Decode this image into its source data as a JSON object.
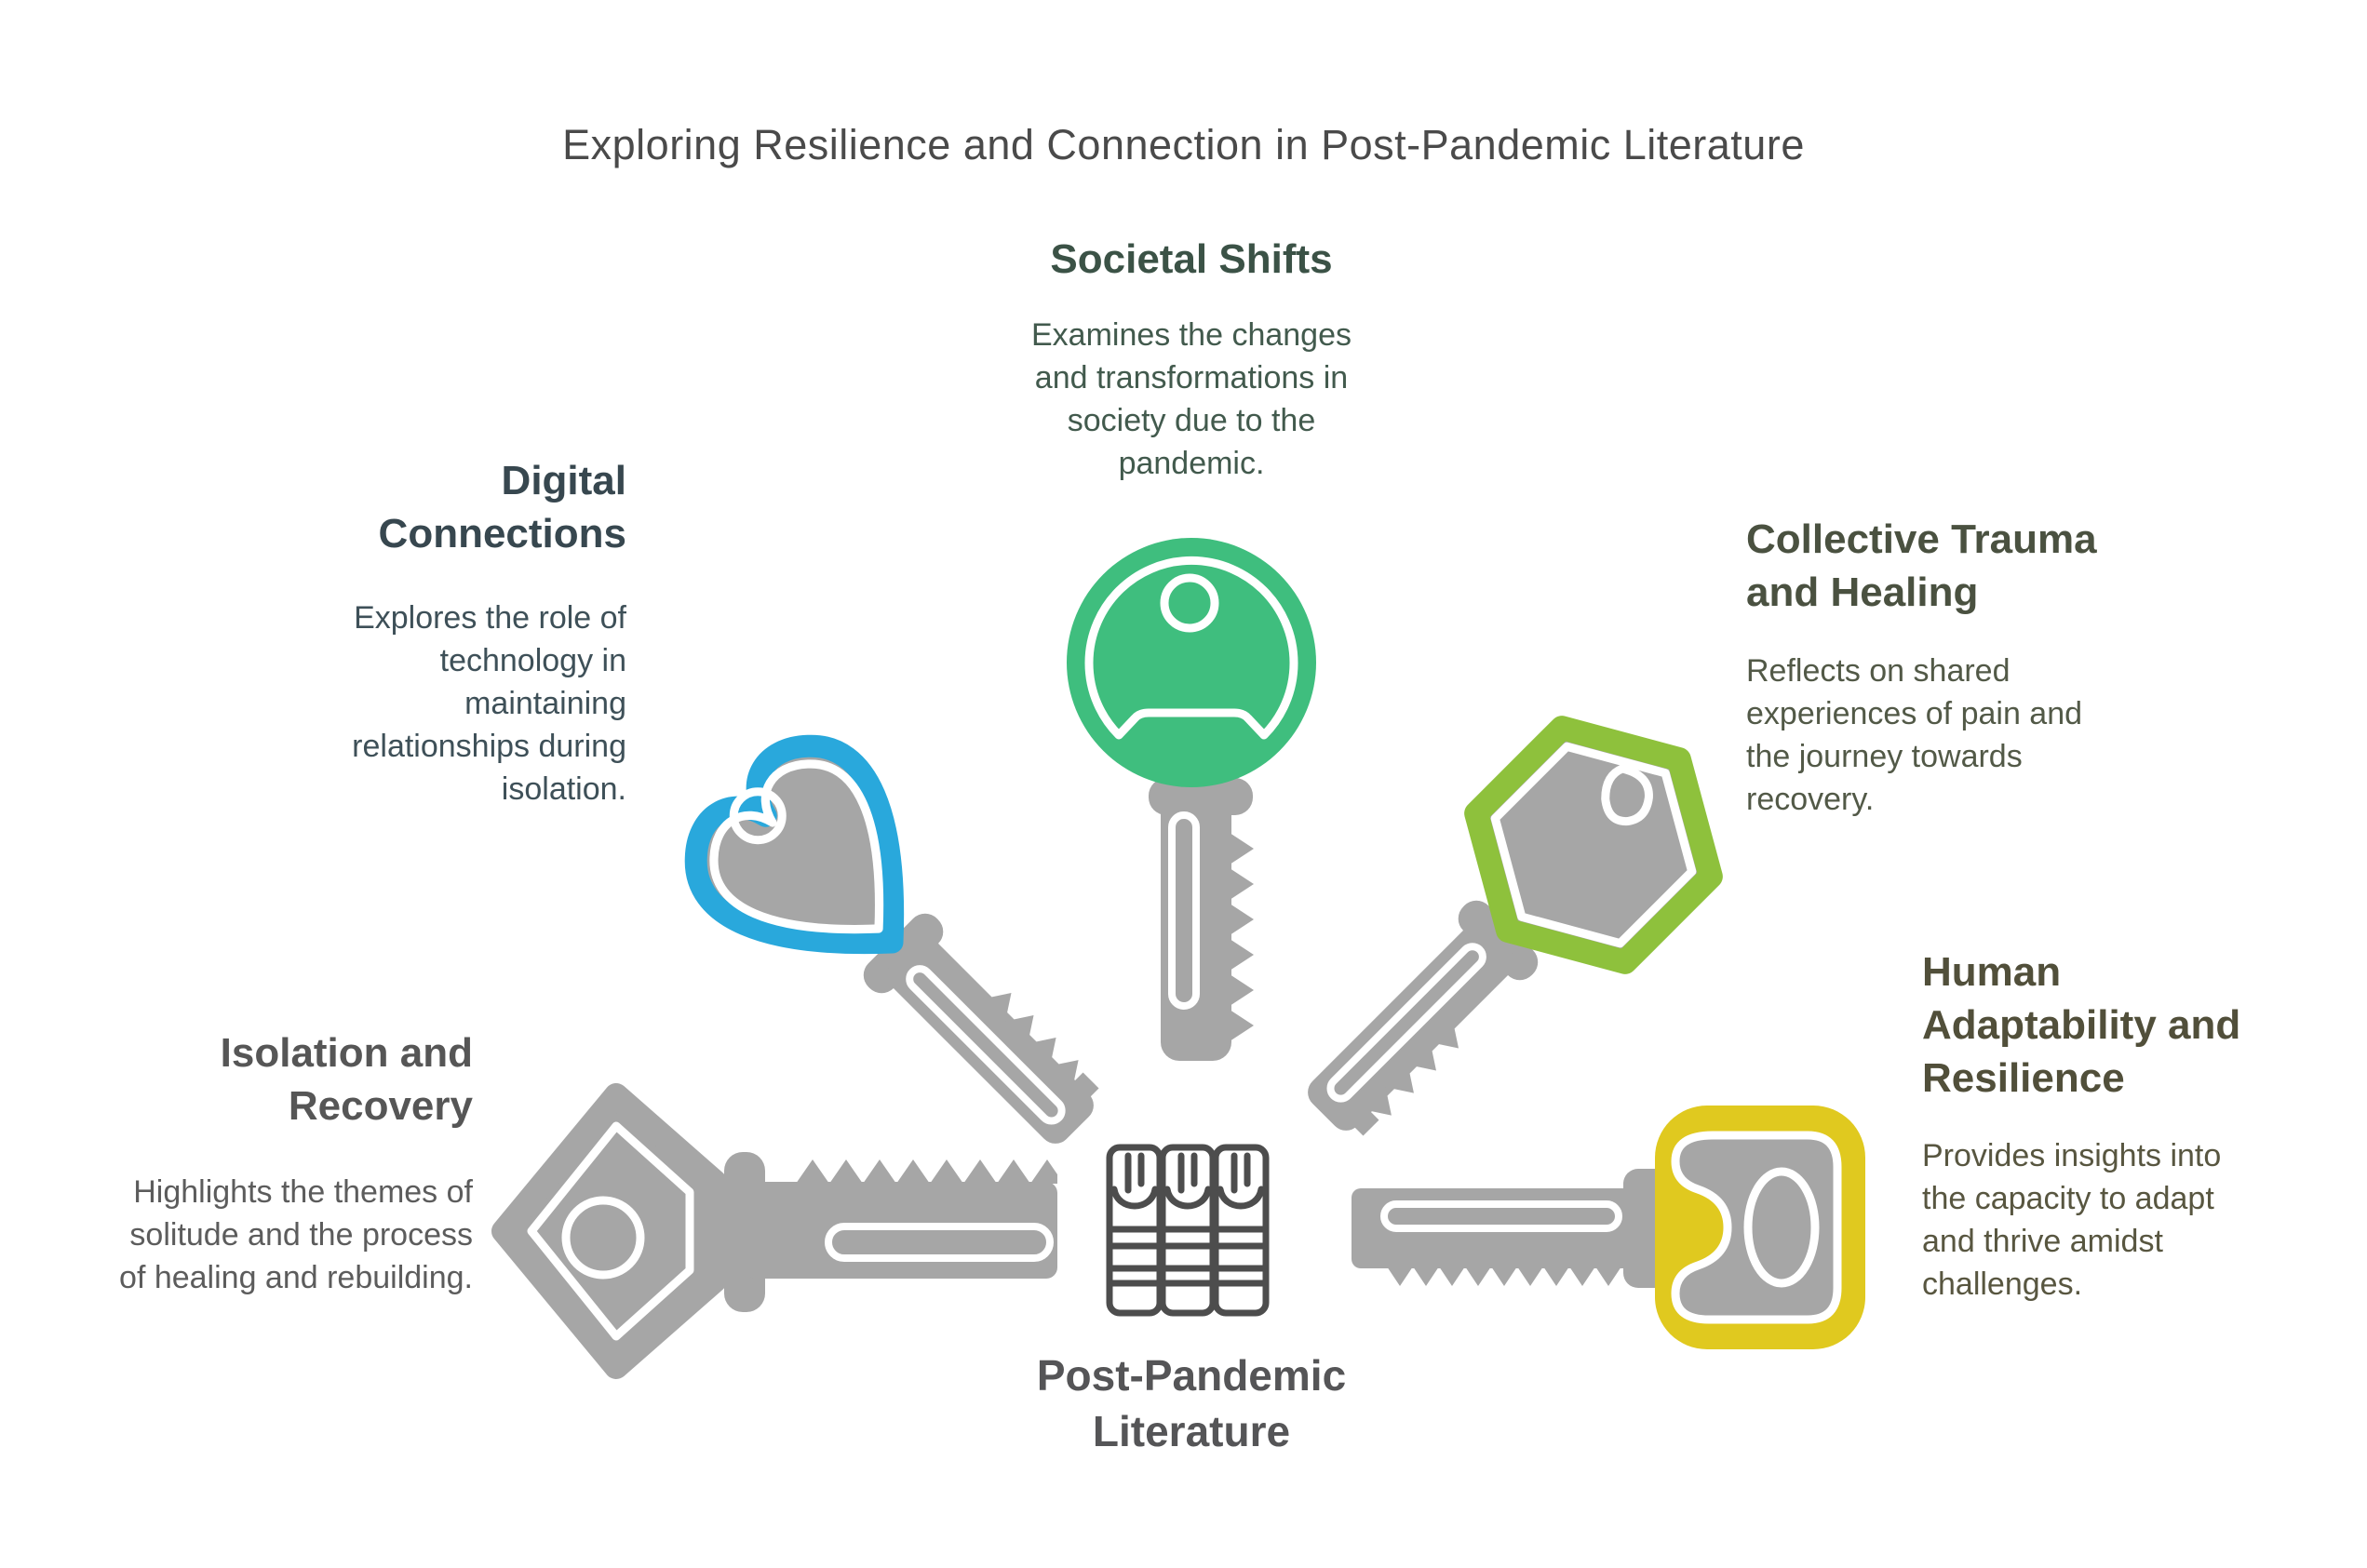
{
  "title": {
    "text": "Exploring Resilience and Connection in Post-Pandemic Literature",
    "color": "#4a4a4a"
  },
  "center": {
    "label": "Post-Pandemic Literature",
    "color": "#555557",
    "icon": "books-icon",
    "icon_color": "#4d4d4d"
  },
  "palette": {
    "background": "#ffffff",
    "key_gray": "#a6a6a6",
    "detail_white": "#ffffff"
  },
  "sections": [
    {
      "id": "societal-shifts",
      "title": "Societal Shifts",
      "description": "Examines the changes and transformations in society due to the pandemic.",
      "key_color": "#3fbe7e",
      "heading_color": "#3b5246",
      "body_color": "#425a4d",
      "key_shape": "round-head-key",
      "position": "top-center"
    },
    {
      "id": "digital-connections",
      "title": "Digital Connections",
      "description": "Explores the role of technology in maintaining relationships during isolation.",
      "key_color": "#29a8dc",
      "heading_color": "#37474f",
      "body_color": "#3e5058",
      "key_shape": "heart-head-key",
      "position": "upper-left"
    },
    {
      "id": "collective-trauma-and-healing",
      "title": "Collective Trauma and Healing",
      "description": "Reflects on shared experiences of pain and the journey towards recovery.",
      "key_color": "#8ec13c",
      "heading_color": "#4a5140",
      "body_color": "#525947",
      "key_shape": "hexagon-head-key",
      "position": "upper-right"
    },
    {
      "id": "isolation-and-recovery",
      "title": "Isolation and Recovery",
      "description": "Highlights the themes of solitude and the process of healing and rebuilding.",
      "key_color": "#a6a6a6",
      "heading_color": "#565656",
      "body_color": "#5c5c5c",
      "key_shape": "diamond-head-key",
      "position": "lower-left"
    },
    {
      "id": "human-adaptability-and-resilience",
      "title": "Human Adaptability and Resilience",
      "description": "Provides insights into the capacity to adapt and thrive amidst challenges.",
      "key_color": "#e0c91f",
      "heading_color": "#514f3a",
      "body_color": "#585640",
      "key_shape": "barrel-head-key",
      "position": "lower-right"
    }
  ]
}
